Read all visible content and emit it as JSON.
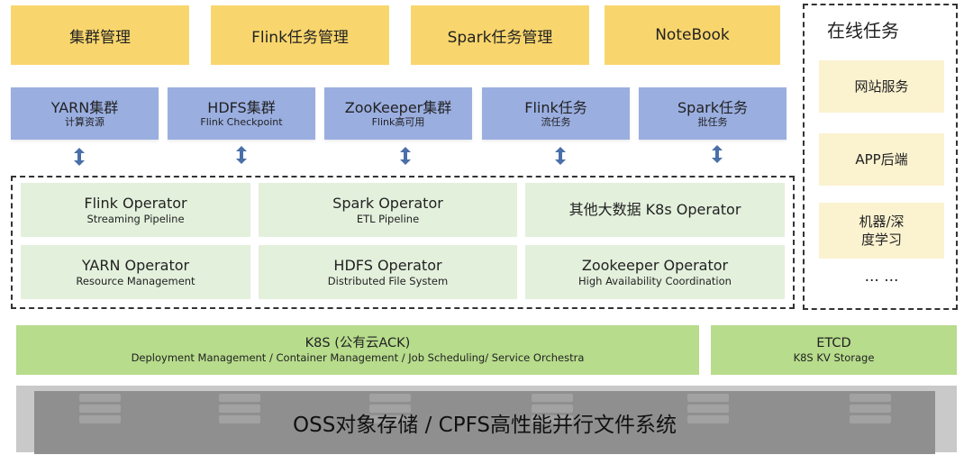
{
  "top_row": [
    "集群管理",
    "Flink任务管理",
    "Spark任务管理",
    "NoteBook"
  ],
  "clusters": [
    {
      "title": "YARN集群",
      "sub": "计算资源"
    },
    {
      "title": "HDFS集群",
      "sub": "Flink Checkpoint"
    },
    {
      "title": "ZooKeeper集群",
      "sub": "Flink高可用"
    },
    {
      "title": "Flink任务",
      "sub": "流任务"
    },
    {
      "title": "Spark任务",
      "sub": "批任务"
    }
  ],
  "operators": [
    {
      "title": "Flink Operator",
      "sub": "Streaming Pipeline"
    },
    {
      "title": "Spark Operator",
      "sub": "ETL Pipeline"
    },
    {
      "title": "其他大数据 K8s Operator",
      "sub": ""
    },
    {
      "title": "YARN Operator",
      "sub": "Resource Management"
    },
    {
      "title": "HDFS Operator",
      "sub": "Distributed File System"
    },
    {
      "title": "Zookeeper Operator",
      "sub": "High Availability Coordination"
    }
  ],
  "online": {
    "title": "在线任务",
    "items": [
      "网站服务",
      "APP后端",
      "机器/深度学习",
      "... ..."
    ]
  },
  "k8s": {
    "title": "K8S (公有云ACK)",
    "sub": "Deployment Management / Container  Management / Job Scheduling/ Service Orchestra"
  },
  "etcd": {
    "title": "ETCD",
    "sub": "K8S KV Storage"
  },
  "storage": {
    "label": "OSS对象存储 / CPFS高性能并行文件系统"
  },
  "colors": {
    "yellow": "#f9d66d",
    "blue": "#9aaee0",
    "green": "#e3f0dc",
    "light_green": "#b7dc8c",
    "cream": "#fbf2cf",
    "gray": "#8f8f8f",
    "arrow": "#4a6fa8"
  }
}
